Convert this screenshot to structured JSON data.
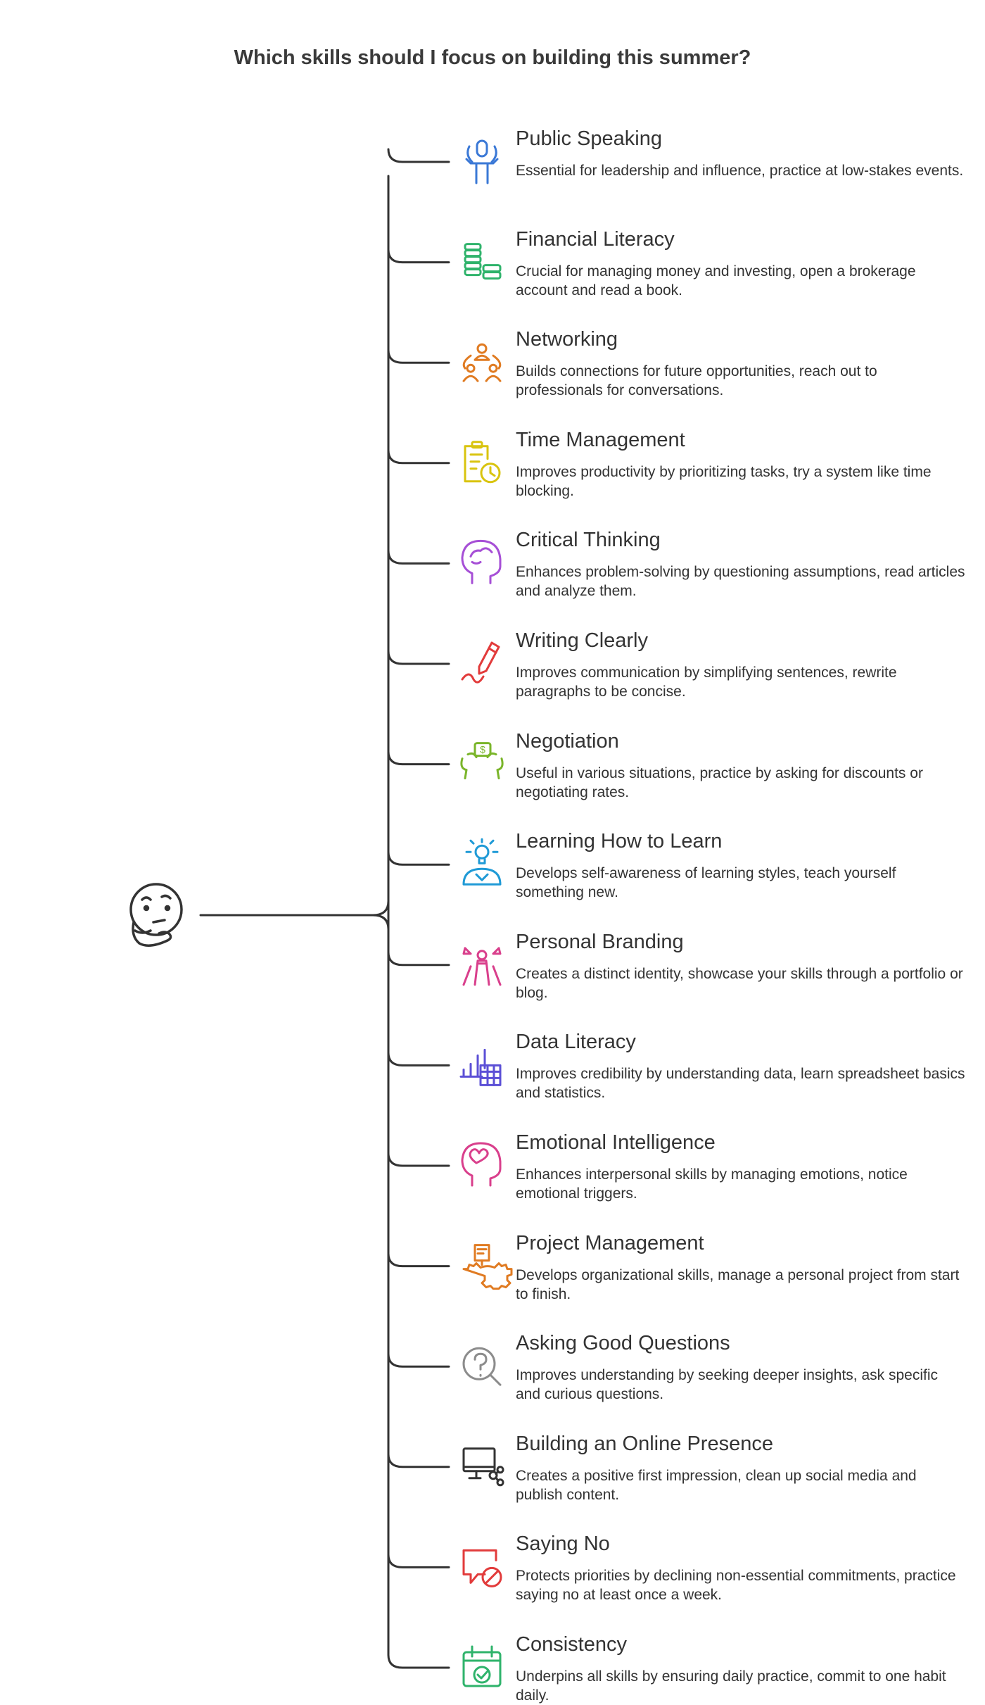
{
  "title": "Which skills should I focus on building this summer?",
  "root": {
    "icon": "thinking-face-icon"
  },
  "items": [
    {
      "title": "Public Speaking",
      "desc": "Essential for leadership and influence, practice at low-stakes events.",
      "icon": "microphone-speaker-icon",
      "color": "#3a78d6"
    },
    {
      "title": "Financial Literacy",
      "desc": "Crucial for managing money and investing, open a brokerage account and read a book.",
      "icon": "coin-stack-icon",
      "color": "#2fb36b"
    },
    {
      "title": "Networking",
      "desc": "Builds connections for future opportunities, reach out to professionals for conversations.",
      "icon": "people-network-icon",
      "color": "#e07b22"
    },
    {
      "title": "Time Management",
      "desc": "Improves productivity by prioritizing tasks, try a system like time blocking.",
      "icon": "clipboard-clock-icon",
      "color": "#d9c40f"
    },
    {
      "title": "Critical Thinking",
      "desc": "Enhances problem-solving by questioning assumptions, read articles and analyze them.",
      "icon": "head-brain-icon",
      "color": "#a64fd6"
    },
    {
      "title": "Writing Clearly",
      "desc": "Improves communication by simplifying sentences, rewrite paragraphs to be concise.",
      "icon": "pen-writing-icon",
      "color": "#e23b3b"
    },
    {
      "title": "Negotiation",
      "desc": "Useful in various situations, practice by asking for discounts or negotiating rates.",
      "icon": "negotiation-money-icon",
      "color": "#7ab52a"
    },
    {
      "title": "Learning How to Learn",
      "desc": "Develops self-awareness of learning styles, teach yourself something new.",
      "icon": "lightbulb-person-icon",
      "color": "#1f9ad6"
    },
    {
      "title": "Personal Branding",
      "desc": "Creates a distinct identity, showcase your skills through a portfolio or blog.",
      "icon": "person-brand-icon",
      "color": "#d93f8c"
    },
    {
      "title": "Data Literacy",
      "desc": "Improves credibility by understanding data, learn spreadsheet basics and statistics.",
      "icon": "bar-chart-table-icon",
      "color": "#5b4fd6"
    },
    {
      "title": "Emotional Intelligence",
      "desc": "Enhances interpersonal skills by managing emotions, notice emotional triggers.",
      "icon": "head-heart-icon",
      "color": "#d93f8c"
    },
    {
      "title": "Project Management",
      "desc": "Develops organizational skills, manage a personal project from start to finish.",
      "icon": "gear-board-icon",
      "color": "#e07b22"
    },
    {
      "title": "Asking Good Questions",
      "desc": "Improves understanding by seeking deeper insights, ask specific and curious questions.",
      "icon": "question-search-icon",
      "color": "#8c8c8c"
    },
    {
      "title": "Building an Online Presence",
      "desc": "Creates a positive first impression, clean up social media and publish content.",
      "icon": "monitor-share-icon",
      "color": "#333333"
    },
    {
      "title": "Saying No",
      "desc": "Protects priorities by declining non-essential commitments, practice saying no at least once a week.",
      "icon": "speech-block-icon",
      "color": "#e23b3b"
    },
    {
      "title": "Consistency",
      "desc": "Underpins all skills by ensuring daily practice, commit to one habit daily.",
      "icon": "calendar-check-icon",
      "color": "#2fb36b"
    }
  ]
}
